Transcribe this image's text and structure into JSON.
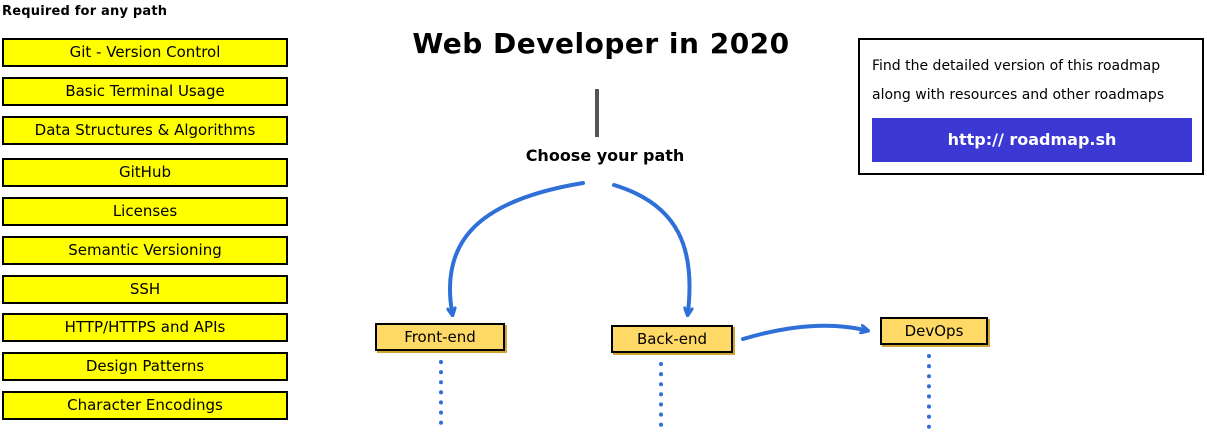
{
  "required_label": "Required for any path",
  "required_items": [
    "Git - Version Control",
    "Basic Terminal Usage",
    "Data Structures & Algorithms",
    "GitHub",
    "Licenses",
    "Semantic Versioning",
    "SSH",
    "HTTP/HTTPS and APIs",
    "Design Patterns",
    "Character Encodings"
  ],
  "title": "Web Developer in 2020",
  "choose_path": "Choose your path",
  "paths": {
    "frontend": "Front-end",
    "backend": "Back-end",
    "devops": "DevOps"
  },
  "info": {
    "line1": "Find the detailed version of this roadmap",
    "line2": "along with resources and other roadmaps",
    "url_label": "http:// roadmap.sh"
  },
  "colors": {
    "required_fill": "#ffff00",
    "node_fill": "#ffd966",
    "arrow": "#2f6fd8",
    "button": "#3b38d4"
  }
}
